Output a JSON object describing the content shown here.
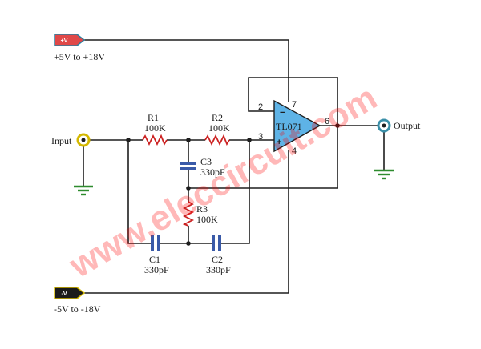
{
  "watermark": "www.eleccircuit.com",
  "supply_pos": {
    "tag": "+V",
    "range": "+5V to +18V"
  },
  "supply_neg": {
    "tag": "-V",
    "range": "-5V to -18V"
  },
  "input_label": "Input",
  "output_label": "Output",
  "opamp": {
    "name": "TL071",
    "pin_inv": "2",
    "pin_noninv": "3",
    "pin_out": "6",
    "pin_vplus": "7",
    "pin_vminus": "4",
    "sign_minus": "−",
    "sign_plus": "+"
  },
  "components": {
    "r1": {
      "ref": "R1",
      "value": "100K"
    },
    "r2": {
      "ref": "R2",
      "value": "100K"
    },
    "r3": {
      "ref": "R3",
      "value": "100K"
    },
    "c1": {
      "ref": "C1",
      "value": "330pF"
    },
    "c2": {
      "ref": "C2",
      "value": "330pF"
    },
    "c3": {
      "ref": "C3",
      "value": "330pF"
    }
  },
  "colors": {
    "wire": "#1e1e1e",
    "resistor": "#cc2222",
    "capacitor": "#3a5aa8",
    "ground": "#2e8b2e",
    "opamp": "#5eb3e6",
    "connector": "#d4b800",
    "pos_tag": "#e04848",
    "neg_tag": "#1a1a1a",
    "watermark": "#ff0000"
  }
}
